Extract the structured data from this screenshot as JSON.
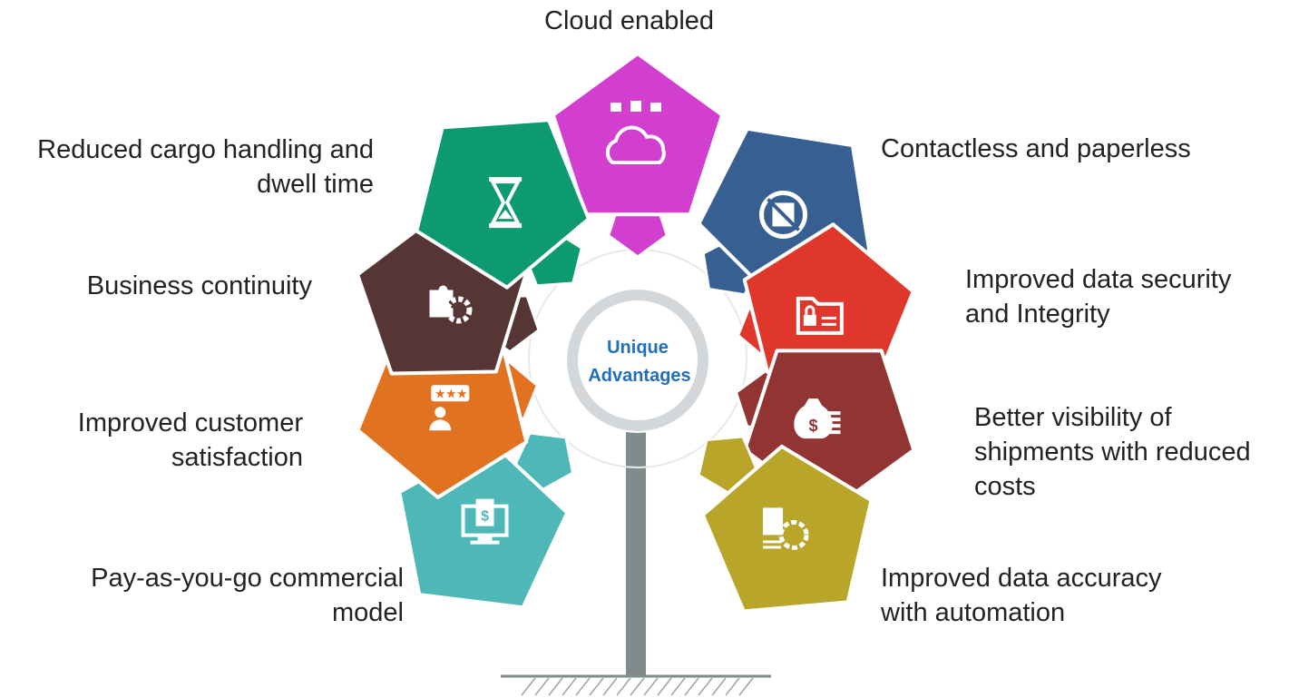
{
  "center": {
    "title_lines": [
      "Unique",
      "Advantages"
    ]
  },
  "colors": {
    "stem": "#7e8d8c",
    "ring": "#d4d7da",
    "center_text": "#1f6fbf"
  },
  "petals": [
    {
      "id": "cloud",
      "color": "#d23fcf",
      "icon": "cloud-icon",
      "lines": [
        "Cloud enabled"
      ]
    },
    {
      "id": "contactless",
      "color": "#375f92",
      "icon": "no-document-icon",
      "lines": [
        "Contactless and paperless"
      ]
    },
    {
      "id": "security",
      "color": "#e0372d",
      "icon": "secure-folder-icon",
      "lines": [
        "Improved data security",
        "and Integrity"
      ]
    },
    {
      "id": "visibility",
      "color": "#923433",
      "icon": "money-bag-icon",
      "lines": [
        "Better visibility of",
        "shipments with reduced",
        "costs"
      ]
    },
    {
      "id": "accuracy",
      "color": "#b9a52a",
      "icon": "document-gear-icon",
      "lines": [
        "Improved data accuracy",
        "with automation"
      ]
    },
    {
      "id": "payg",
      "color": "#4db8b7",
      "icon": "computer-dollar-icon",
      "lines": [
        "Pay-as-you-go commercial",
        "model"
      ]
    },
    {
      "id": "satisfaction",
      "color": "#e1721f",
      "icon": "customer-rating-icon",
      "lines": [
        "Improved customer",
        "satisfaction"
      ]
    },
    {
      "id": "continuity",
      "color": "#553634",
      "icon": "puzzle-gear-icon",
      "lines": [
        "Business continuity"
      ]
    },
    {
      "id": "dwell",
      "color": "#0d9a70",
      "icon": "hourglass-icon",
      "lines": [
        "Reduced cargo handling and",
        "dwell  time"
      ]
    }
  ]
}
